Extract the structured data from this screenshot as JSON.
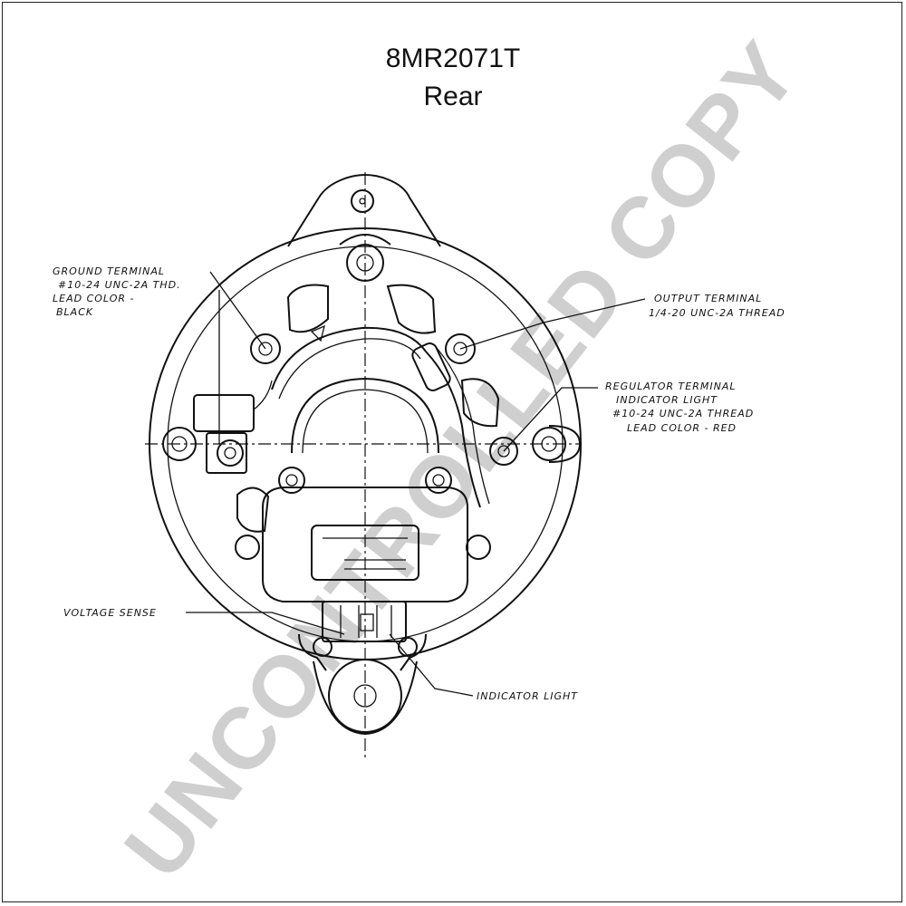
{
  "title": "8MR2071T",
  "subtitle": "Rear",
  "watermark": "UNCONTROLLED COPY",
  "labels": {
    "ground_terminal": [
      "GROUND TERMINAL",
      "#10-24 UNC-2A THD.",
      "LEAD COLOR -",
      "BLACK"
    ],
    "output_terminal": [
      "OUTPUT TERMINAL",
      "1/4-20 UNC-2A THREAD"
    ],
    "regulator_terminal": [
      "REGULATOR TERMINAL",
      "INDICATOR LIGHT",
      "#10-24 UNC-2A THREAD",
      "LEAD COLOR - RED"
    ],
    "voltage_sense": "VOLTAGE SENSE",
    "indicator_light": "INDICATOR LIGHT"
  }
}
